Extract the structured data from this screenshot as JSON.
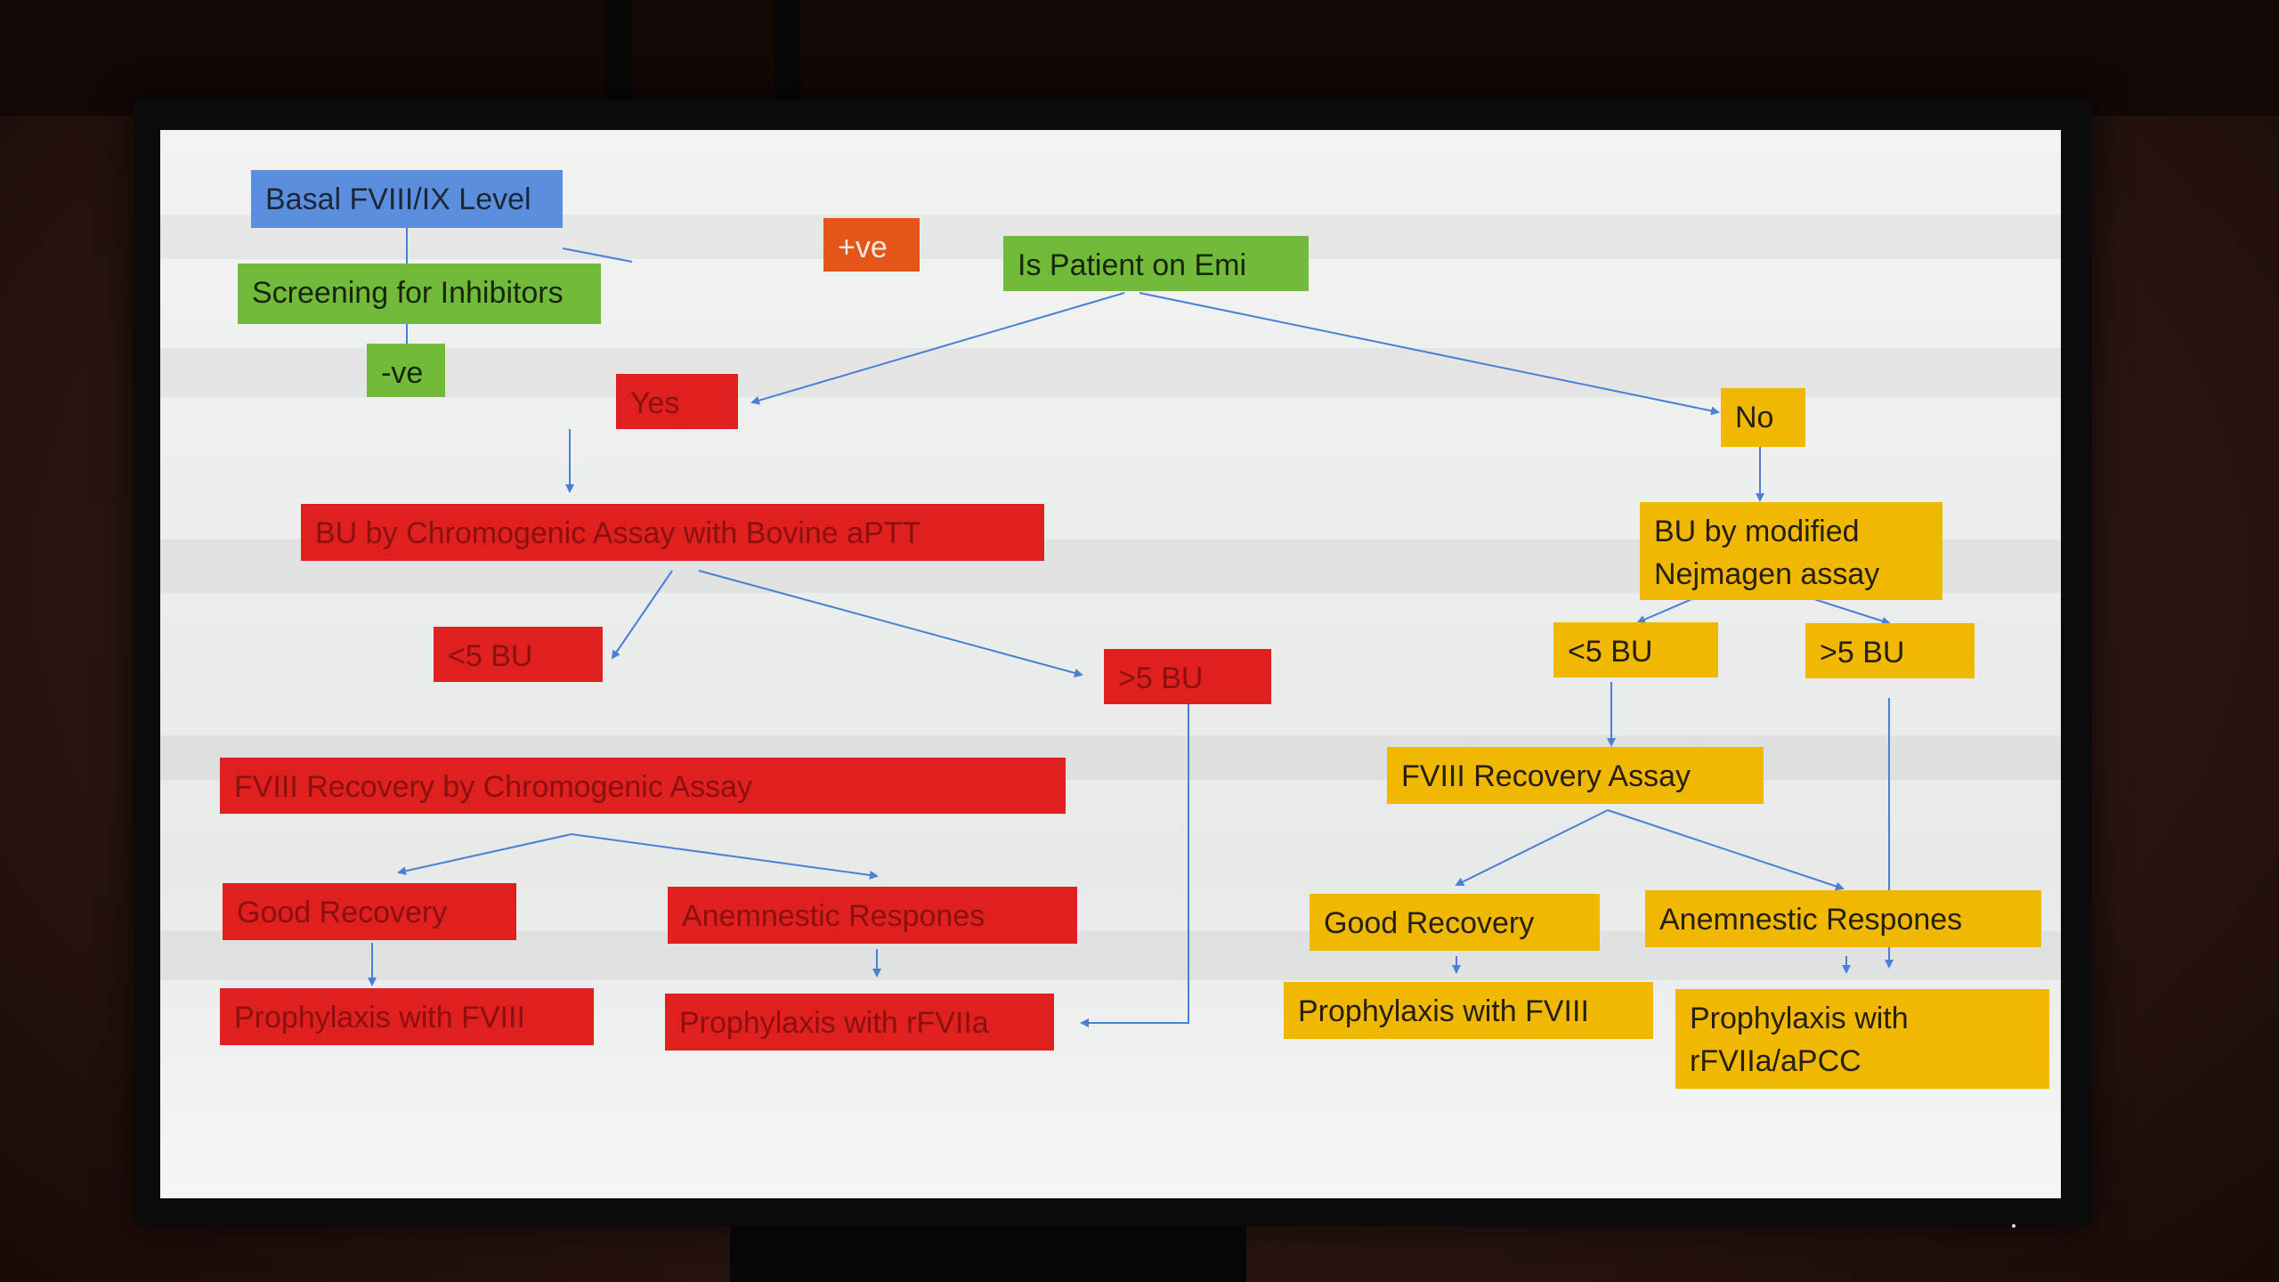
{
  "slide": {
    "basal": "Basal FVIII/IX Level",
    "screening": "Screening for Inhibitors",
    "neg": "-ve",
    "pos": "+ve",
    "emi_question": "Is Patient on Emi",
    "yes": "Yes",
    "no": "No",
    "left": {
      "bu_assay": "BU by Chromogenic Assay with Bovine aPTT",
      "lt5": "<5 BU",
      "gt5": ">5 BU",
      "recovery": "FVIII Recovery by Chromogenic Assay",
      "good": "Good Recovery",
      "anamnestic": "Anemnestic  Respones",
      "prophy_fviii": "Prophylaxis with FVIII",
      "prophy_rfviia": "Prophylaxis with rFVIIa"
    },
    "right": {
      "bu_assay": "BU by modified Nejmagen assay",
      "lt5": "<5 BU",
      "gt5": ">5 BU",
      "recovery": "FVIII Recovery Assay",
      "good": "Good Recovery",
      "anamnestic": "Anemnestic Respones",
      "prophy_fviii": "Prophylaxis with FVIII",
      "prophy_rfviia": "Prophylaxis with rFVIIa/aPCC"
    }
  },
  "colors": {
    "blue": "#5b8fdd",
    "green": "#72bb3a",
    "orange": "#e4551a",
    "red": "#e01f1f",
    "yellow": "#f0b800",
    "connector": "#4a7fd6",
    "screen": "#eceeed"
  }
}
